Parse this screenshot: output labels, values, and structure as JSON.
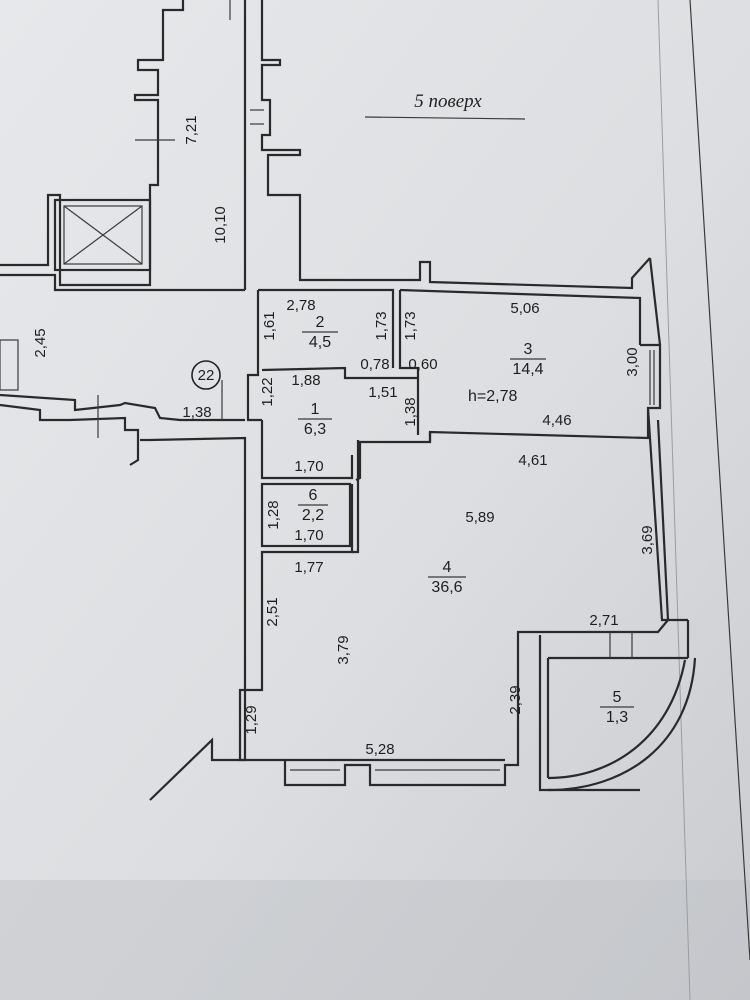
{
  "title": "5 поверх",
  "apartment_number": "22",
  "ceiling_height": "h=2,78",
  "rooms": [
    {
      "id": "room-1",
      "number": "1",
      "area": "6,3"
    },
    {
      "id": "room-2",
      "number": "2",
      "area": "4,5"
    },
    {
      "id": "room-3",
      "number": "3",
      "area": "14,4"
    },
    {
      "id": "room-4",
      "number": "4",
      "area": "36,6"
    },
    {
      "id": "room-5",
      "number": "5",
      "area": "1,3"
    },
    {
      "id": "room-6",
      "number": "6",
      "area": "2,2"
    }
  ],
  "dimensions": [
    "7,21",
    "10,10",
    "2,45",
    "1,38",
    "2,78",
    "1,61",
    "1,73",
    "0,78",
    "1,73",
    "5,06",
    "0,60",
    "3,00",
    "4,46",
    "1,88",
    "1,22",
    "1,51",
    "1,38",
    "1,70",
    "4,61",
    "1,28",
    "1,70",
    "5,89",
    "3,69",
    "1,77",
    "2,51",
    "3,79",
    "2,71",
    "2,39",
    "1,29",
    "5,28"
  ]
}
